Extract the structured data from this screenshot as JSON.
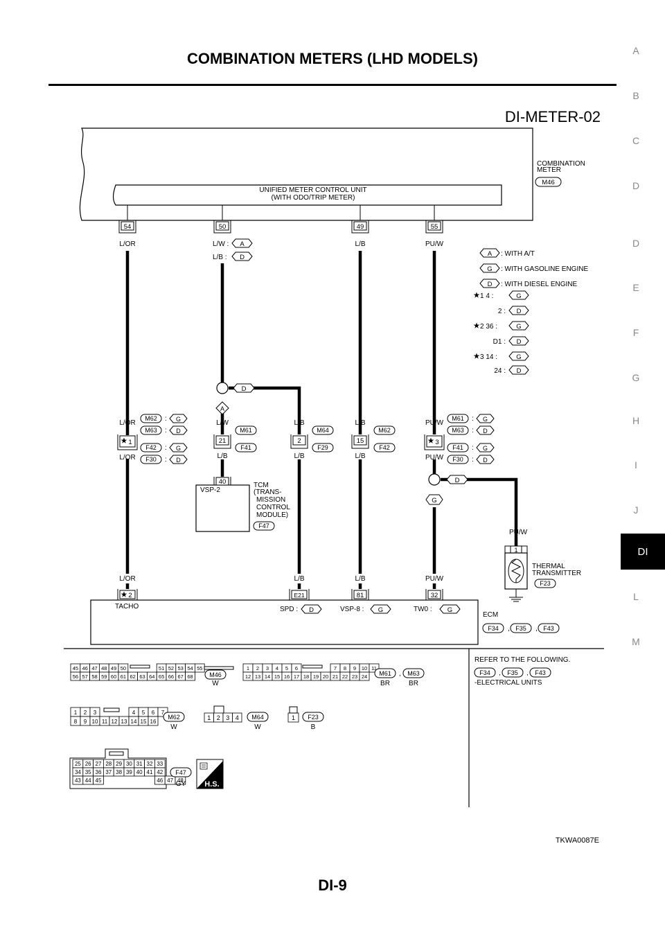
{
  "header": {
    "title": "COMBINATION METERS (LHD MODELS)"
  },
  "side_index": [
    "A",
    "B",
    "C",
    "D",
    "E",
    "F",
    "G",
    "H",
    "I",
    "J",
    "DI",
    "L",
    "M"
  ],
  "diagram_id": "DI-METER-02",
  "combination_meter": {
    "label_1": "COMBINATION",
    "label_2": "METER",
    "connector": "M46"
  },
  "control_unit": {
    "line_1": "UNIFIED METER CONTROL UNIT",
    "line_2": "(WITH ODO/TRIP METER)"
  },
  "top_terminals": [
    "54",
    "50",
    "49",
    "55"
  ],
  "wire_colors": {
    "w1": "L/OR",
    "w2a": "L/W :",
    "w2b": "L/B :",
    "w3": "L/B",
    "w4": "PU/W",
    "lw": "L/W",
    "lb": "L/B"
  },
  "code_letters": {
    "a": "A",
    "g": "G",
    "d": "D"
  },
  "legend": {
    "a": ": WITH A/T",
    "g": ": WITH GASOLINE ENGINE",
    "d": ": WITH DIESEL ENGINE",
    "star1_a": "1   4 :",
    "star1_b": "2 :",
    "star2_a": "2   36 :",
    "star2_b": "D1 :",
    "star3_a": "3   14 :",
    "star3_b": "24 :"
  },
  "mid_connectors": {
    "c1": {
      "terminal": "1",
      "codes": [
        "M62",
        "M63",
        "F42",
        "F30"
      ]
    },
    "c2": {
      "terminal": "21",
      "codes": [
        "M61",
        "F41"
      ]
    },
    "c3": {
      "terminal": "2",
      "codes": [
        "M64",
        "F29"
      ]
    },
    "c4": {
      "terminal": "15",
      "codes": [
        "M62",
        "F42"
      ]
    },
    "c5": {
      "terminal": "3",
      "codes": [
        "M61",
        "M63",
        "F41",
        "F30"
      ]
    }
  },
  "tcm": {
    "terminal": "40",
    "signal": "VSP-2",
    "lines": [
      "TCM",
      "(TRANS-",
      "MISSION",
      "CONTROL",
      "MODULE)"
    ],
    "connector": "F47"
  },
  "thermal": {
    "wire": "PU/W",
    "terminal": "1",
    "label_1": "THERMAL",
    "label_2": "TRANSMITTER",
    "connector": "F23"
  },
  "bottom_terminals": [
    "2",
    "E21",
    "81",
    "32"
  ],
  "ecm": {
    "tacho": "TACHO",
    "spd": "SPD :",
    "vsp8": "VSP-8 :",
    "tw0": "TW0 :",
    "label": "ECM",
    "connectors": [
      "F34",
      "F35",
      "F43"
    ]
  },
  "refer": {
    "title": "REFER TO THE FOLLOWING.",
    "codes": [
      "F34",
      "F35",
      "F43"
    ],
    "subtitle": "-ELECTRICAL UNITS"
  },
  "connector_faces": {
    "m46": {
      "row1": [
        "45",
        "46",
        "47",
        "48",
        "49",
        "50",
        "51",
        "52",
        "53",
        "54",
        "55"
      ],
      "row2": [
        "56",
        "57",
        "58",
        "59",
        "60",
        "61",
        "62",
        "63",
        "64",
        "65",
        "66",
        "67",
        "68"
      ],
      "code": "M46",
      "color": "W"
    },
    "m61": {
      "row1": [
        "1",
        "2",
        "3",
        "4",
        "5",
        "6",
        "7",
        "8",
        "9",
        "10",
        "11"
      ],
      "row2": [
        "12",
        "13",
        "14",
        "15",
        "16",
        "17",
        "18",
        "19",
        "20",
        "21",
        "22",
        "23",
        "24"
      ],
      "code_1": "M61",
      "code_2": "M63",
      "color_1": "BR",
      "color_2": "BR"
    },
    "m62": {
      "row1": [
        "1",
        "2",
        "3",
        "4",
        "5",
        "6",
        "7"
      ],
      "row2": [
        "8",
        "9",
        "10",
        "11",
        "12",
        "13",
        "14",
        "15",
        "16"
      ],
      "code": "M62",
      "color": "W"
    },
    "m64": {
      "cells": [
        "1",
        "2",
        "3",
        "4"
      ],
      "code": "M64",
      "color": "W"
    },
    "f23": {
      "cells": [
        "1"
      ],
      "code": "F23",
      "color": "B"
    },
    "f47": {
      "row1": [
        "25",
        "26",
        "27",
        "28",
        "29",
        "30",
        "31",
        "32",
        "33"
      ],
      "row2": [
        "34",
        "35",
        "36",
        "37",
        "38",
        "39",
        "40",
        "41",
        "42"
      ],
      "row3": [
        "43",
        "44",
        "45",
        "46",
        "47",
        "48"
      ],
      "code": "F47",
      "color": "GY"
    },
    "hs": "H.S."
  },
  "footer_code": "TKWA0087E",
  "page_number": "DI-9"
}
